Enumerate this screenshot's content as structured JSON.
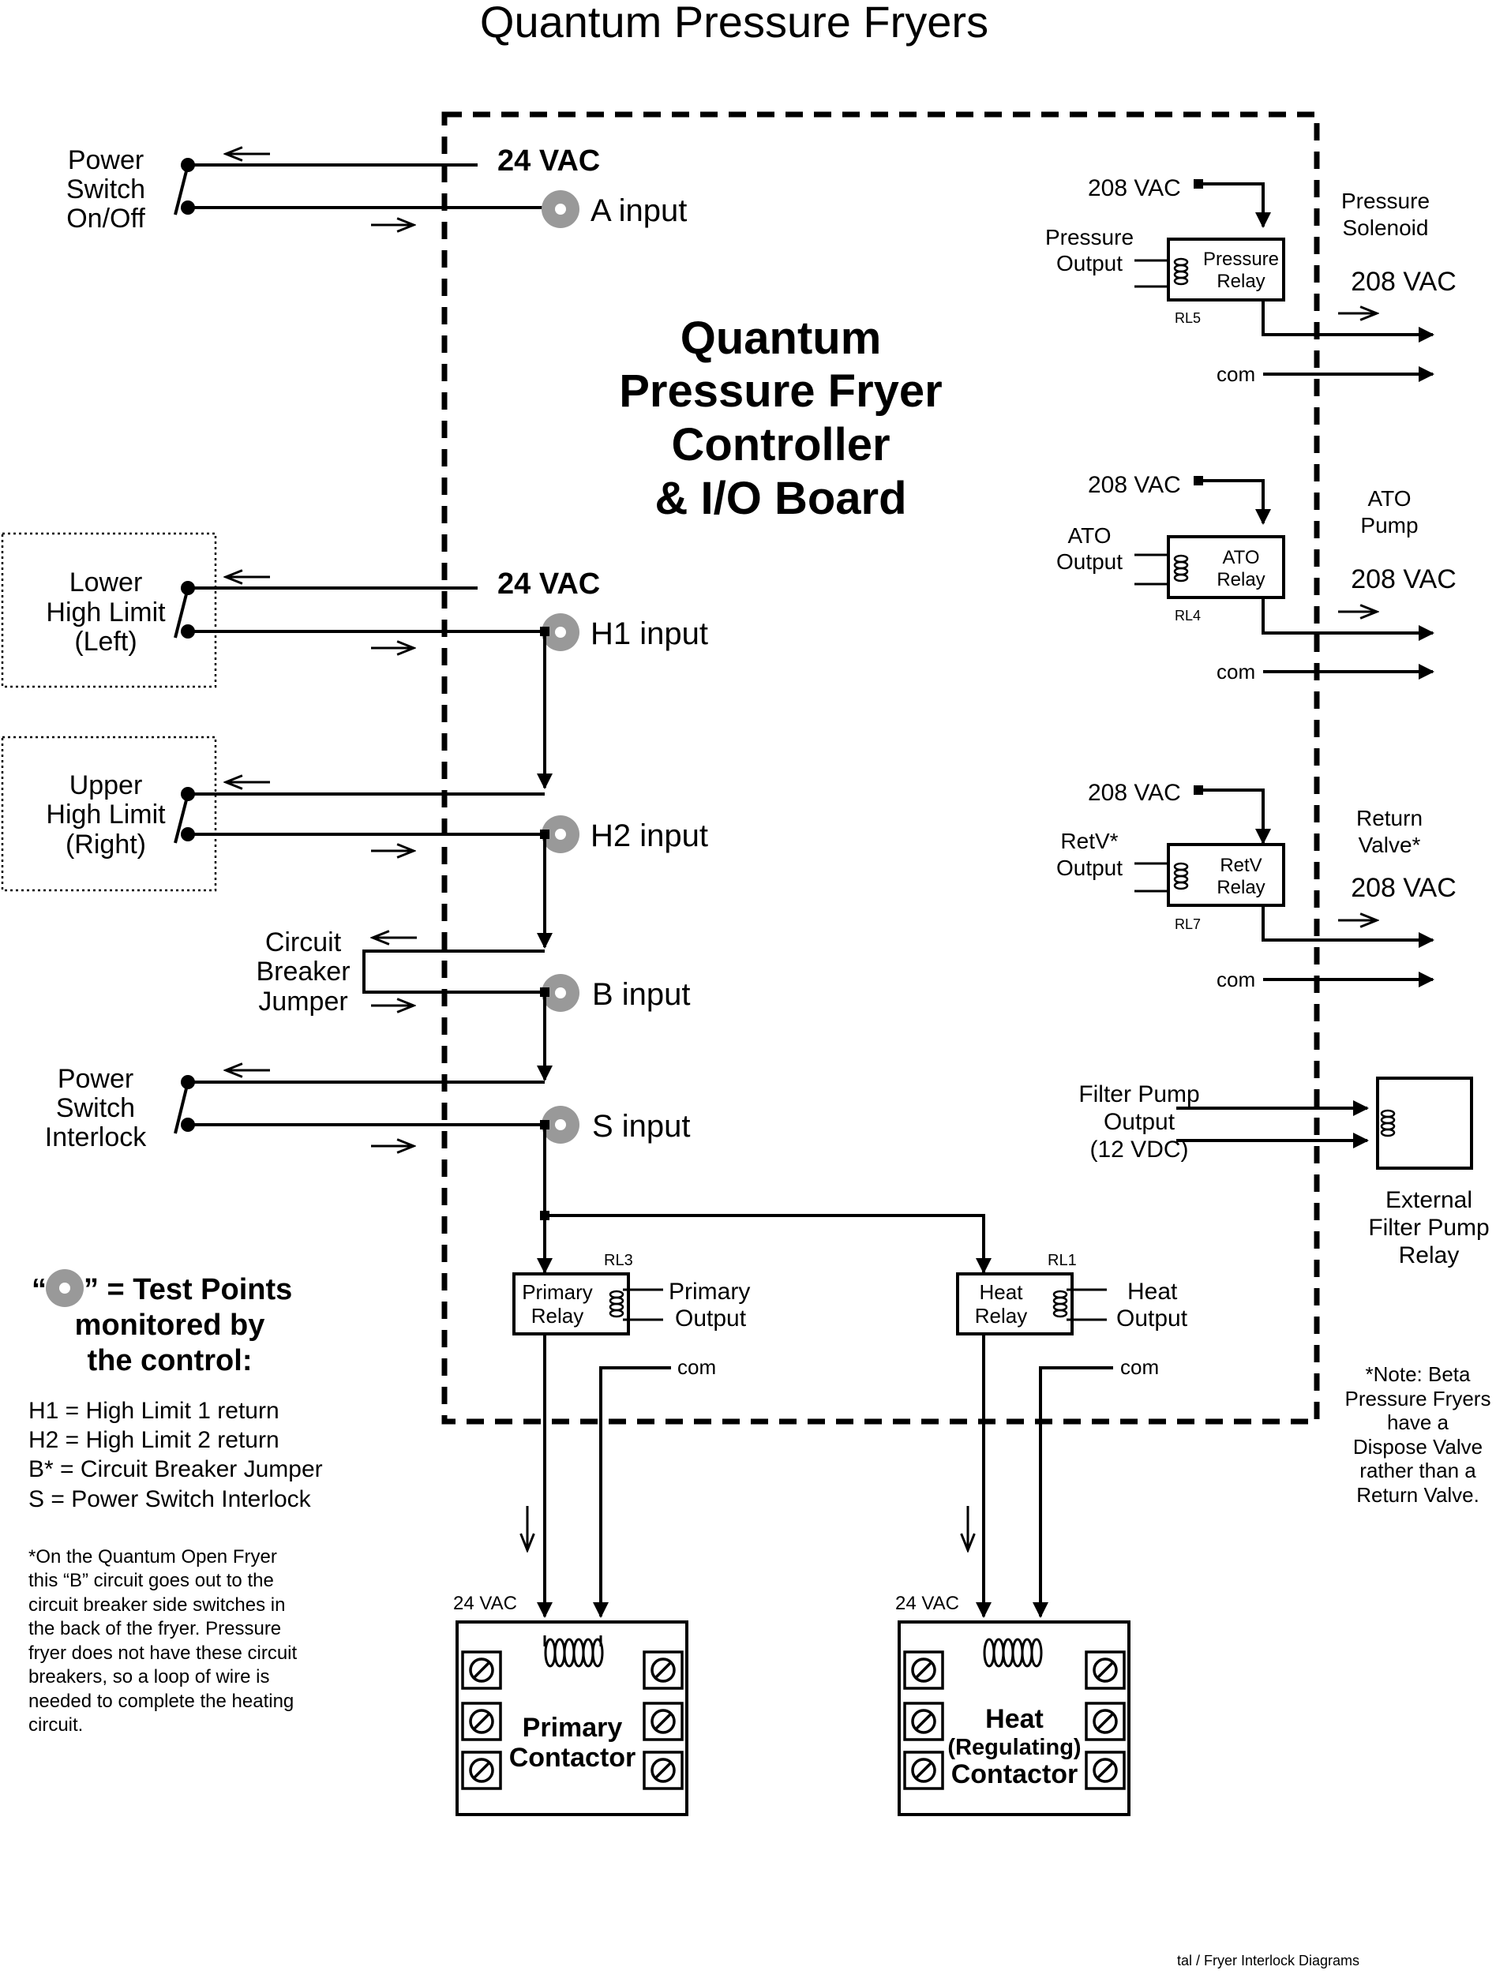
{
  "title": "Quantum Pressure Fryers",
  "controller_title": [
    "Quantum",
    "Pressure Fryer",
    "Controller",
    "& I/O Board"
  ],
  "inputs": {
    "vac24_top": "24 VAC",
    "a_input": "A input",
    "vac24_mid": "24 VAC",
    "h1_input": "H1 input",
    "h2_input": "H2 input",
    "b_input": "B input",
    "s_input": "S input"
  },
  "switches": {
    "power_switch": [
      "Power",
      "Switch",
      "On/Off"
    ],
    "lower_high_limit": [
      "Lower",
      "High Limit",
      "(Left)"
    ],
    "upper_high_limit": [
      "Upper",
      "High Limit",
      "(Right)"
    ],
    "circuit_breaker_jumper": [
      "Circuit",
      "Breaker",
      "Jumper"
    ],
    "power_switch_interlock": [
      "Power",
      "Switch",
      "Interlock"
    ]
  },
  "relays": {
    "pressure": {
      "supply": "208 VAC",
      "output_label": [
        "Pressure",
        "Output"
      ],
      "relay_label": [
        "Pressure",
        "Relay"
      ],
      "id": "RL5",
      "load": [
        "Pressure",
        "Solenoid"
      ],
      "load_vac": "208 VAC",
      "com": "com"
    },
    "ato": {
      "supply": "208 VAC",
      "output_label": [
        "ATO",
        "Output"
      ],
      "relay_label": [
        "ATO",
        "Relay"
      ],
      "id": "RL4",
      "load": [
        "ATO",
        "Pump"
      ],
      "load_vac": "208 VAC",
      "com": "com"
    },
    "retv": {
      "supply": "208 VAC",
      "output_label": [
        "RetV*",
        "Output"
      ],
      "relay_label": [
        "RetV",
        "Relay"
      ],
      "id": "RL7",
      "load": [
        "Return",
        "Valve*"
      ],
      "load_vac": "208 VAC",
      "com": "com"
    },
    "filter_pump": {
      "output_label": [
        "Filter Pump",
        "Output",
        "(12 VDC)"
      ],
      "external": [
        "External",
        "Filter Pump",
        "Relay"
      ]
    },
    "primary": {
      "relay_label": [
        "Primary",
        "Relay"
      ],
      "id": "RL3",
      "output_label": [
        "Primary",
        "Output"
      ],
      "com": "com"
    },
    "heat": {
      "relay_label": [
        "Heat",
        "Relay"
      ],
      "id": "RL1",
      "output_label": [
        "Heat",
        "Output"
      ],
      "com": "com"
    }
  },
  "contactors": {
    "primary": {
      "supply": "24 VAC",
      "label": [
        "Primary",
        "Contactor"
      ]
    },
    "heat": {
      "supply": "24 VAC",
      "label": [
        "Heat",
        "(Regulating)",
        "Contactor"
      ]
    }
  },
  "legend": {
    "test_points": [
      "“",
      "” = Test Points",
      "monitored by",
      "the control:"
    ],
    "items": [
      "H1 = High Limit 1 return",
      "H2 = High Limit 2 return",
      "B* = Circuit Breaker Jumper",
      "S = Power Switch Interlock"
    ],
    "open_fryer_note": [
      "*On the Quantum Open Fryer",
      "this “B” circuit goes out to the",
      "circuit breaker side switches in",
      "the back of the fryer.  Pressure",
      "fryer does not have these circuit",
      "breakers, so a loop of wire is",
      "needed to complete the heating",
      "circuit."
    ]
  },
  "beta_note": [
    "*Note: Beta",
    "Pressure Fryers",
    "have a",
    "Dispose Valve",
    "rather than a",
    "Return Valve."
  ],
  "footer": "tal / Fryer Interlock Diagrams",
  "colors": {
    "line": "#000000",
    "test_point": "#999999",
    "background": "#ffffff"
  }
}
